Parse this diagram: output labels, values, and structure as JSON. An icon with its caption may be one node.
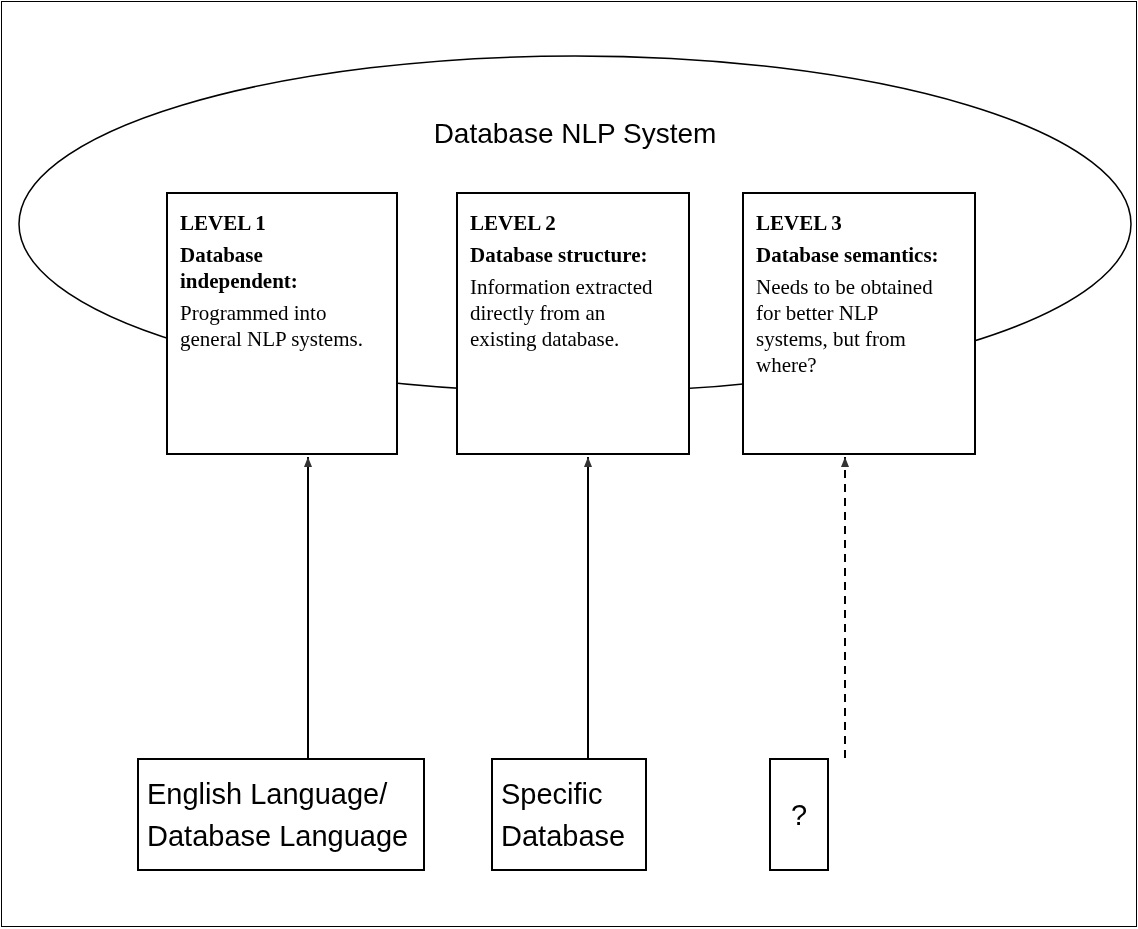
{
  "diagram": {
    "nodes": [
      {
        "text": [
          "Database NLP System"
        ]
      },
      {
        "text": [
          "LEVEL 1",
          "Database independent:",
          "Programmed into general NLP systems."
        ]
      },
      {
        "text": [
          "LEVEL 2",
          "Database structure:",
          "Information extracted directly from an existing database."
        ]
      },
      {
        "text": [
          "LEVEL 3",
          "Database semantics:",
          "Needs to be obtained for better NLP systems, but from where?"
        ]
      },
      {
        "text": [
          "English Language/ Database Language"
        ]
      },
      {
        "text": [
          "Specific Database"
        ]
      },
      {
        "text": [
          "?"
        ]
      }
    ],
    "edges": [
      {
        "from": 4,
        "to": 1,
        "arrow": "to"
      },
      {
        "from": 5,
        "to": 2,
        "arrow": "to"
      },
      {
        "from": 6,
        "to": 3,
        "arrow": "to",
        "style": "dashed"
      }
    ]
  }
}
